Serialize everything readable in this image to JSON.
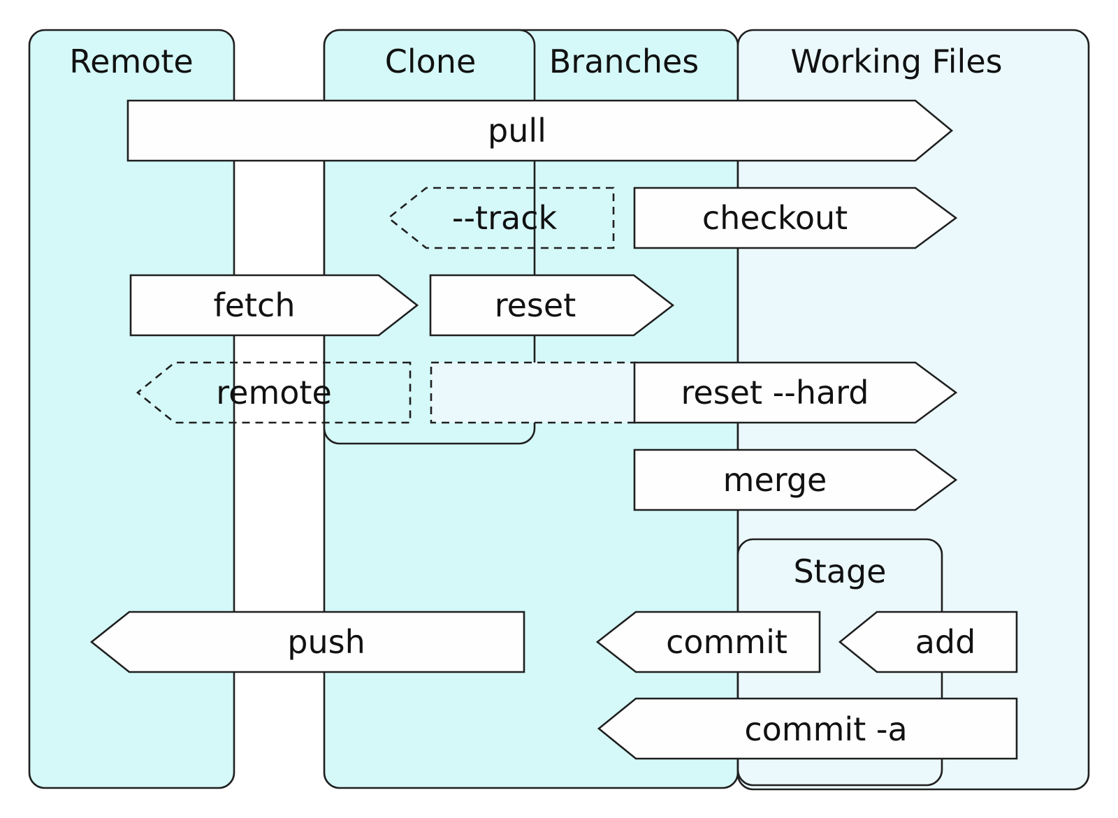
{
  "colors": {
    "background": "#ffffff",
    "container_fill": "#d5f8f8",
    "light_fill": "#ebf9fc",
    "arrow_fill": "#fefefe",
    "dashed_fill": "none",
    "stroke": "#1f1f1f",
    "text": "#111111"
  },
  "containers": [
    {
      "id": "remote",
      "label": "Remote"
    },
    {
      "id": "branches",
      "label": "Branches"
    },
    {
      "id": "clone",
      "label": "Clone"
    },
    {
      "id": "working-files",
      "label": "Working Files"
    },
    {
      "id": "stage",
      "label": "Stage"
    }
  ],
  "arrows": [
    {
      "label": "pull",
      "direction": "right",
      "style": "solid"
    },
    {
      "label": "--track",
      "direction": "left",
      "style": "dashed"
    },
    {
      "label": "checkout",
      "direction": "right",
      "style": "solid"
    },
    {
      "label": "fetch",
      "direction": "right",
      "style": "solid"
    },
    {
      "label": "reset",
      "direction": "right",
      "style": "solid"
    },
    {
      "label": "remote",
      "direction": "left",
      "style": "dashed"
    },
    {
      "label": "",
      "direction": "none",
      "style": "dashed-rect"
    },
    {
      "label": "reset --hard",
      "direction": "right",
      "style": "solid"
    },
    {
      "label": "merge",
      "direction": "right",
      "style": "solid"
    },
    {
      "label": "push",
      "direction": "left",
      "style": "solid"
    },
    {
      "label": "commit",
      "direction": "left",
      "style": "solid"
    },
    {
      "label": "add",
      "direction": "left",
      "style": "solid"
    },
    {
      "label": "commit -a",
      "direction": "left",
      "style": "solid"
    }
  ]
}
